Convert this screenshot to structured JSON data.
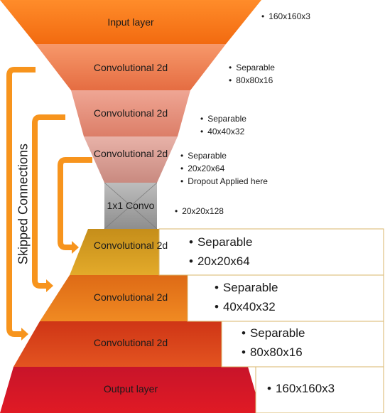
{
  "layers": [
    {
      "id": "input",
      "label": "Input layer"
    },
    {
      "id": "enc1",
      "label": "Convolutional 2d"
    },
    {
      "id": "enc2",
      "label": "Convolutional 2d"
    },
    {
      "id": "enc3",
      "label": "Convolutional 2d"
    },
    {
      "id": "bottleneck",
      "label": "1x1 Convo"
    },
    {
      "id": "dec3",
      "label": "Convolutional 2d"
    },
    {
      "id": "dec2",
      "label": "Convolutional 2d"
    },
    {
      "id": "dec1",
      "label": "Convolutional 2d"
    },
    {
      "id": "output",
      "label": "Output layer"
    }
  ],
  "notes": {
    "input": [
      "160x160x3"
    ],
    "enc1": [
      "Separable",
      "80x80x16"
    ],
    "enc2": [
      "Separable",
      "40x40x32"
    ],
    "enc3": [
      "Separable",
      "20x20x64",
      "Dropout Applied here"
    ],
    "bottleneck": [
      "20x20x128"
    ],
    "dec3": [
      "Separable",
      "20x20x64"
    ],
    "dec2": [
      "Separable",
      "40x40x32"
    ],
    "dec1": [
      "Separable",
      "80x80x16"
    ],
    "output": [
      "160x160x3"
    ]
  },
  "skip_connections_label": "Skipped Connections",
  "bullet_char": "•",
  "colors": {
    "arrow": "#f7941d",
    "box_border": "#d9b46a"
  }
}
